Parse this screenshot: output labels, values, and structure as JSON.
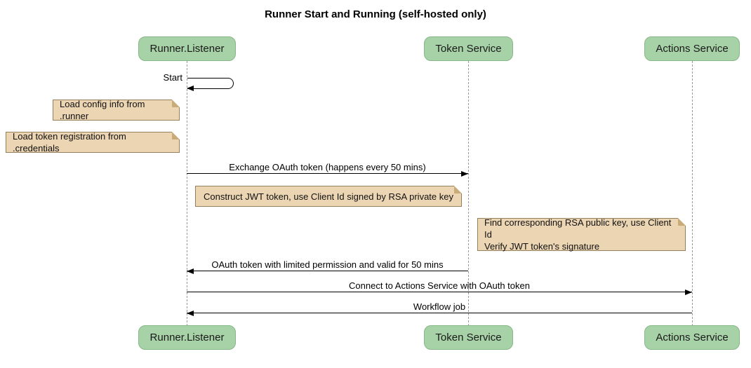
{
  "title": "Runner Start and Running (self-hosted only)",
  "actors": [
    {
      "name": "Runner.Listener"
    },
    {
      "name": "Token Service"
    },
    {
      "name": "Actions Service"
    }
  ],
  "self_message": {
    "label": "Start"
  },
  "notes": [
    {
      "text": "Load config info from .runner"
    },
    {
      "text": "Load token registration from .credentials"
    },
    {
      "text": "Construct JWT token, use Client Id signed by RSA private key"
    },
    {
      "text": "Find corresponding RSA public key, use Client Id\nVerify JWT token's signature"
    }
  ],
  "messages": [
    {
      "label": "Exchange OAuth token (happens every 50 mins)",
      "from": "Runner.Listener",
      "to": "Token Service"
    },
    {
      "label": "OAuth token with limited permission and valid for 50 mins",
      "from": "Token Service",
      "to": "Runner.Listener"
    },
    {
      "label": "Connect to Actions Service with OAuth token",
      "from": "Runner.Listener",
      "to": "Actions Service"
    },
    {
      "label": "Workflow job",
      "from": "Actions Service",
      "to": "Runner.Listener"
    }
  ],
  "colors": {
    "actor_fill": "#a7d1a7",
    "actor_border": "#86b886",
    "note_fill": "#ecd5b3",
    "note_border": "#94805a",
    "lifeline": "#999999",
    "arrow": "#000000",
    "background": "#ffffff"
  }
}
